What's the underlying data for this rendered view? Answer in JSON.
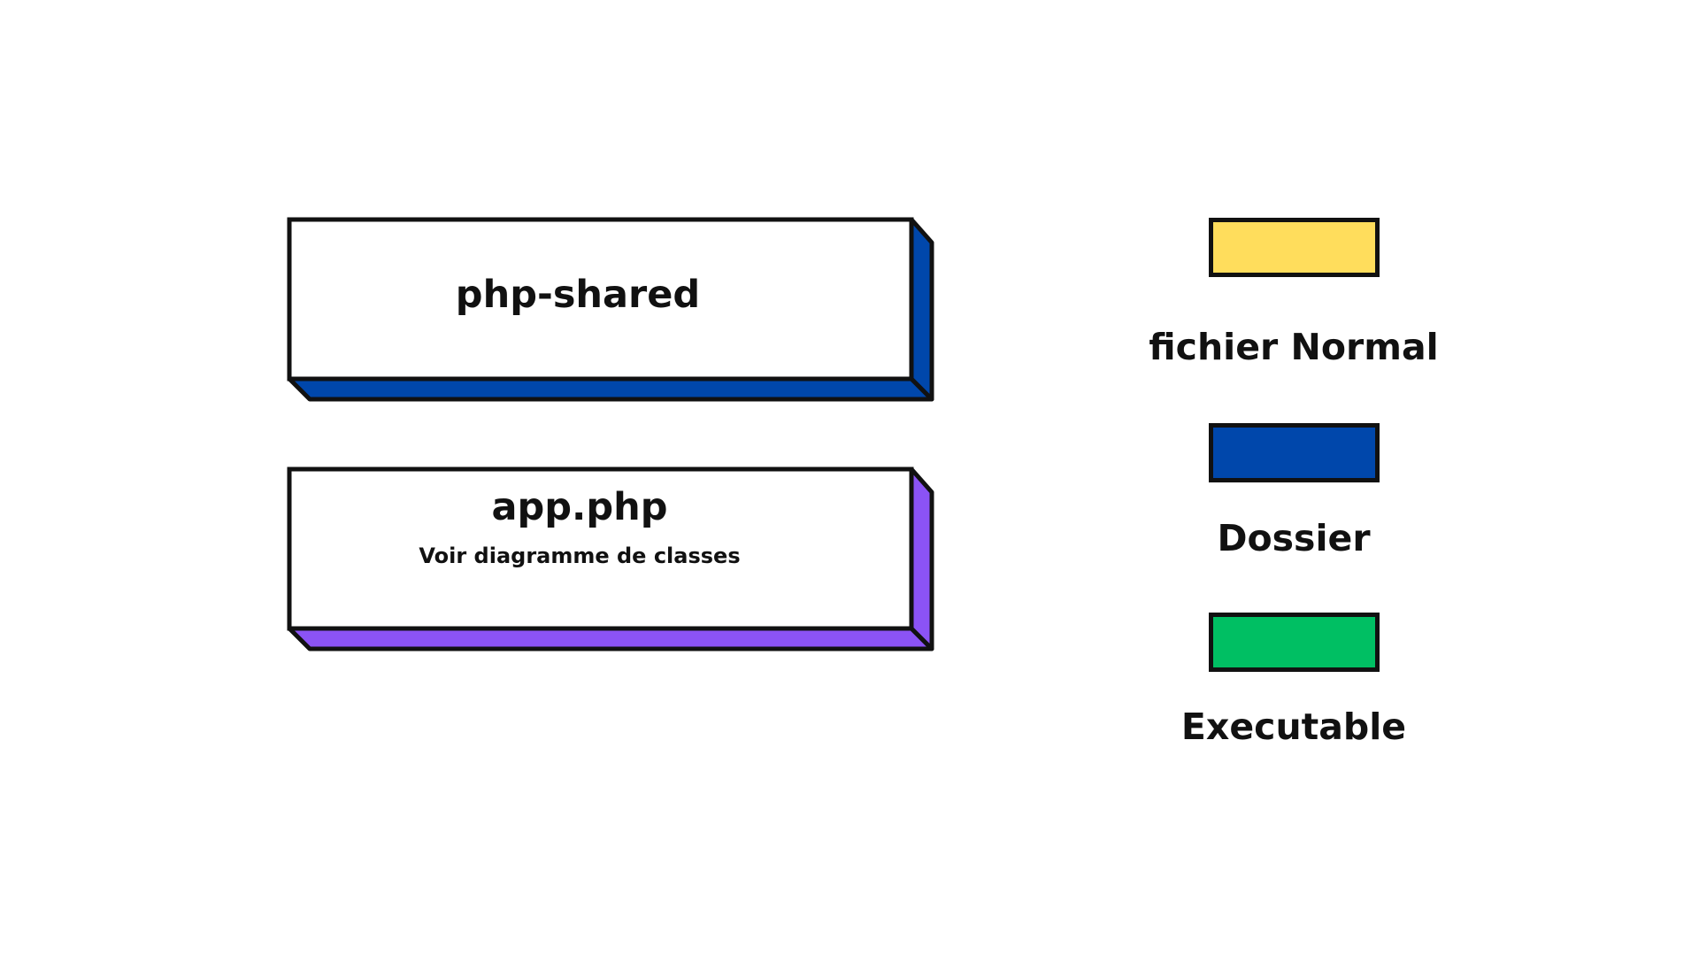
{
  "nodes": [
    {
      "title": "php-shared",
      "subtitle": "",
      "kind": "Dossier",
      "side_color": "#0047AB"
    },
    {
      "title": "app.php",
      "subtitle": "Voir diagramme de classes",
      "kind": "",
      "side_color": "#8B53F5"
    }
  ],
  "legend": [
    {
      "label": "fichier Normal",
      "color": "#FFDD5C"
    },
    {
      "label": "Dossier",
      "color": "#0047AB"
    },
    {
      "label": "Executable",
      "color": "#00BF63"
    }
  ]
}
